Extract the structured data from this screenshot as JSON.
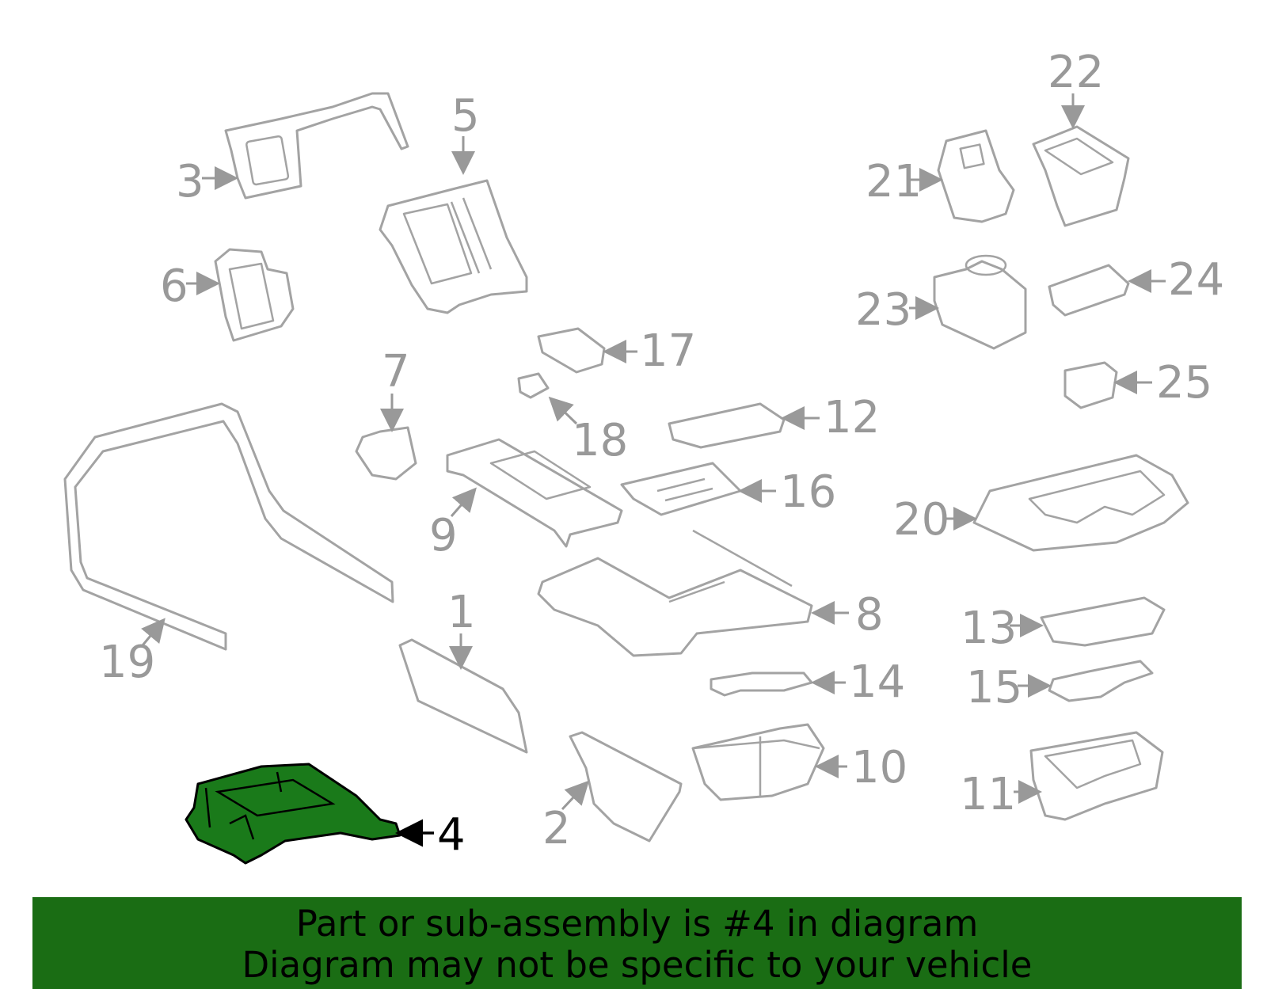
{
  "diagram": {
    "highlighted_part": "4",
    "highlight_color": "#1a7a1a",
    "line_color": "#a3a3a3",
    "callouts": [
      "1",
      "2",
      "3",
      "4",
      "5",
      "6",
      "7",
      "8",
      "9",
      "10",
      "11",
      "12",
      "13",
      "14",
      "15",
      "16",
      "17",
      "18",
      "19",
      "20",
      "21",
      "22",
      "23",
      "24",
      "25"
    ]
  },
  "banner": {
    "background_color": "#1a6d14",
    "line1": "Part or sub-assembly is #4 in diagram",
    "line2": "Diagram may not be specific to your vehicle"
  }
}
